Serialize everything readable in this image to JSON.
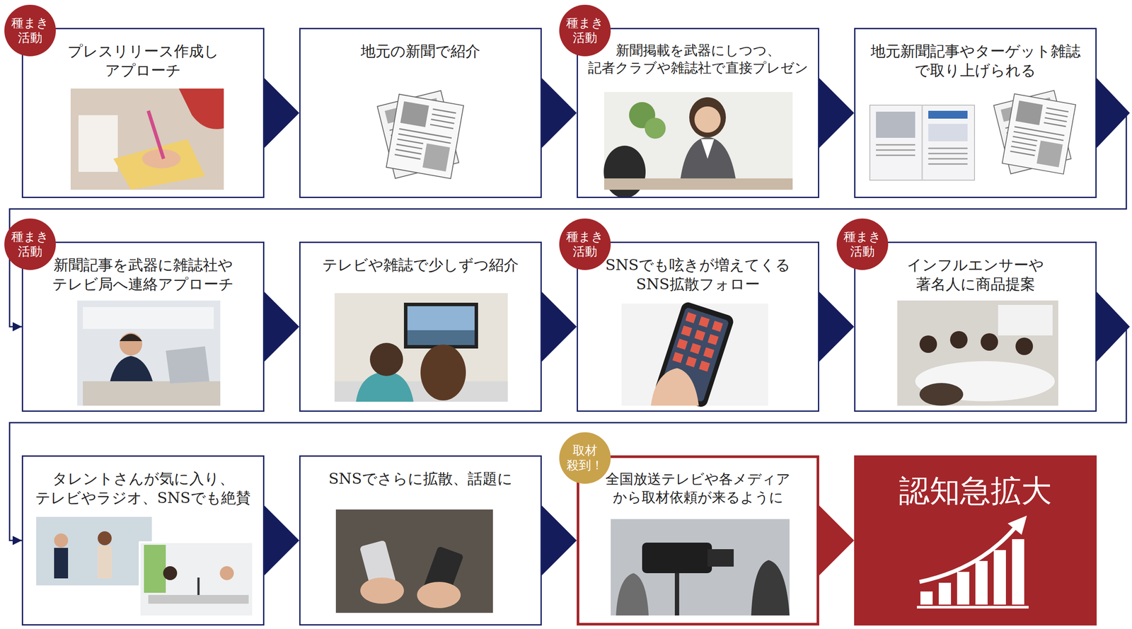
{
  "diagram": {
    "nodes": [
      {
        "text": [
          "種まき 活動"
        ]
      },
      {
        "text": [
          "プレスリリース作成し アプローチ"
        ]
      },
      {
        "text": [
          "地元の新聞で紹介"
        ]
      },
      {
        "text": [
          "種まき 活動"
        ]
      },
      {
        "text": [
          "新聞掲載を武器にしつつ、 記者クラブや雑誌社で直接プレゼン"
        ]
      },
      {
        "text": [
          "地元新聞記事やターゲット雑誌 で取り上げられる"
        ]
      },
      {
        "text": [
          "種まき 活動"
        ]
      },
      {
        "text": [
          "新聞記事を武器に雑誌社や テレビ局へ連絡アプローチ"
        ]
      },
      {
        "text": [
          "テレビや雑誌で少しずつ紹介"
        ]
      },
      {
        "text": [
          "種まき 活動"
        ]
      },
      {
        "text": [
          "SNSでも呟きが増えてくる SNS拡散フォロー"
        ]
      },
      {
        "text": [
          "種まき 活動"
        ]
      },
      {
        "text": [
          "インフルエンサーや 著名人に商品提案"
        ]
      },
      {
        "text": [
          "タレントさんが気に入り、 テレビやラジオ、SNSでも絶賛"
        ]
      },
      {
        "text": [
          "SNSでさらに拡散、話題に"
        ]
      },
      {
        "text": [
          "取材 殺到！"
        ]
      },
      {
        "text": [
          "全国放送テレビや各メディア から取材依頼が来るように"
        ]
      },
      {
        "text": [
          "認知急拡大"
        ]
      }
    ],
    "edges": [
      {
        "from": 1,
        "to": 2,
        "arrow": "to"
      },
      {
        "from": 2,
        "to": 4,
        "arrow": "to"
      },
      {
        "from": 4,
        "to": 5,
        "arrow": "to"
      },
      {
        "from": 5,
        "to": 7,
        "arrow": "to"
      },
      {
        "from": 7,
        "to": 8,
        "arrow": "to"
      },
      {
        "from": 8,
        "to": 10,
        "arrow": "to"
      },
      {
        "from": 10,
        "to": 12,
        "arrow": "to"
      },
      {
        "from": 12,
        "to": 13,
        "arrow": "to"
      },
      {
        "from": 13,
        "to": 14,
        "arrow": "to"
      },
      {
        "from": 14,
        "to": 16,
        "arrow": "to"
      },
      {
        "from": 16,
        "to": 17,
        "arrow": "to"
      }
    ]
  }
}
